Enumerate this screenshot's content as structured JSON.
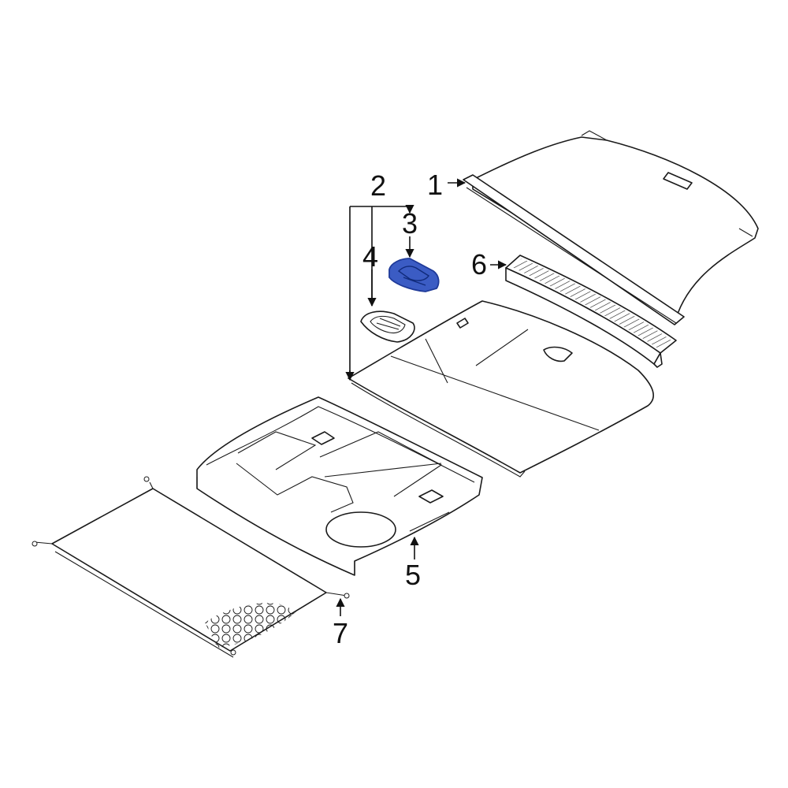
{
  "callouts": {
    "c1": "1",
    "c2": "2",
    "c3": "3",
    "c4": "4",
    "c5": "5",
    "c6": "6",
    "c7": "7"
  },
  "colors": {
    "highlight": "#3b5cc4",
    "highlight_dark": "#1f3a99",
    "line": "#1a1a1a",
    "background": "#ffffff"
  }
}
